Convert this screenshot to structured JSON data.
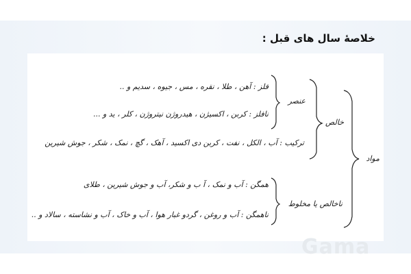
{
  "slide": {
    "title": "خلاصهٔ سال های قبل :",
    "root": "مواد",
    "pure": "خالص",
    "impure": "ناخالص   یا مخلوط",
    "element": "عنصر",
    "metal": "فلز : آهن ، طلا ، نقره ، مس ، جیوه ، سدیم و ..",
    "nonmetal": "نافلز : کربن ، اکسیژن ، هیدروژن نیتروژن ، کلر ، ید و ...",
    "compound": "ترکیب : آب ، الکل ، نفت ، کربن دی اکسید ، آهک ، گچ ، نمک ، شکر ، جوش شیرین",
    "homogeneous": "همگن : آب و نمک ، آ ب و شکر، آب و جوش شیرین ، طلای",
    "heterogeneous": "ناهمگن : آب و روغن ، گردو غبار هوا ، آب و خاک ، آب و نشاسته ، سالاد و ..",
    "watermark": "Gama"
  }
}
